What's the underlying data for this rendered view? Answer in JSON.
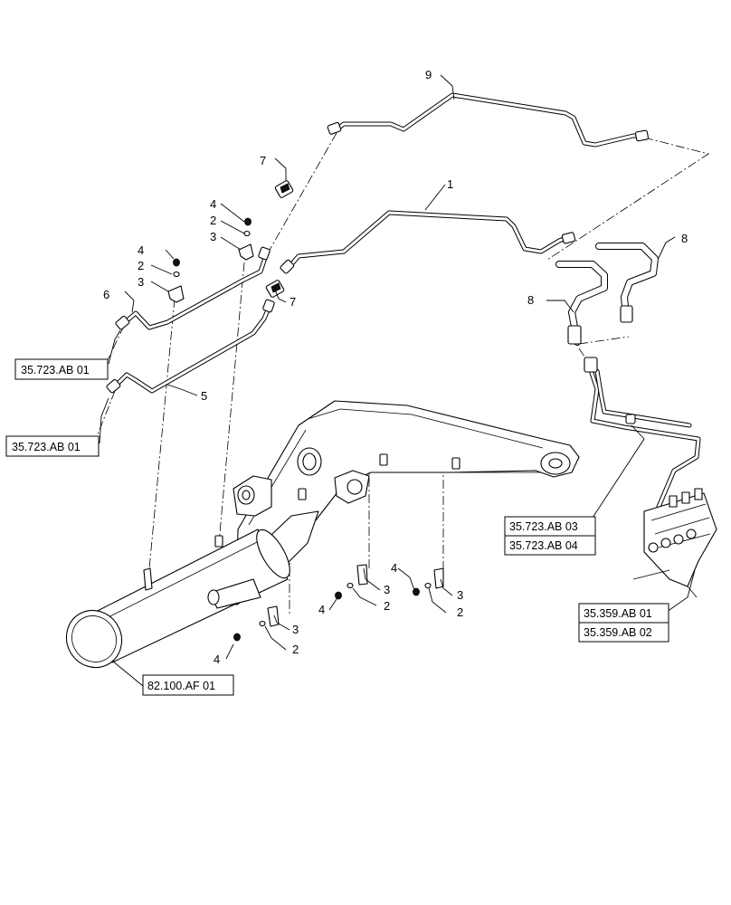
{
  "callouts": {
    "c1": "1",
    "c2a": "2",
    "c2b": "2",
    "c2c": "2",
    "c2d": "2",
    "c2e": "2",
    "c3a": "3",
    "c3b": "3",
    "c3c": "3",
    "c3d": "3",
    "c3e": "3",
    "c4a": "4",
    "c4b": "4",
    "c4c": "4",
    "c4d": "4",
    "c4e": "4",
    "c5": "5",
    "c6": "6",
    "c7a": "7",
    "c7b": "7",
    "c8a": "8",
    "c8b": "8",
    "c9": "9"
  },
  "references": {
    "r1": "35.723.AB 01",
    "r2": "35.723.AB 01",
    "r3": "35.723.AB 03",
    "r4": "35.723.AB 04",
    "r5": "35.359.AB 01",
    "r6": "35.359.AB 02",
    "r7": "82.100.AF 01"
  }
}
